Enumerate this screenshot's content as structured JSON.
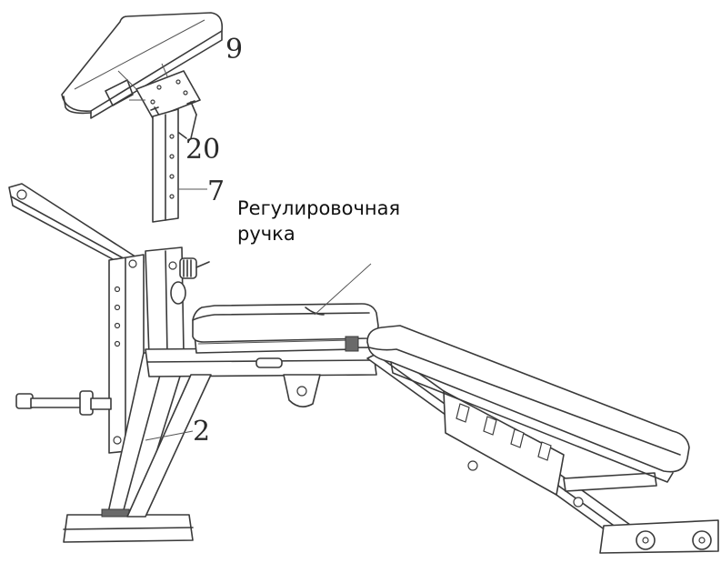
{
  "part_labels": {
    "pad": "9",
    "screws": "20",
    "post": "7",
    "front_leg": "2"
  },
  "callout": {
    "line1": "Регулировочная",
    "line2": "ручка"
  }
}
